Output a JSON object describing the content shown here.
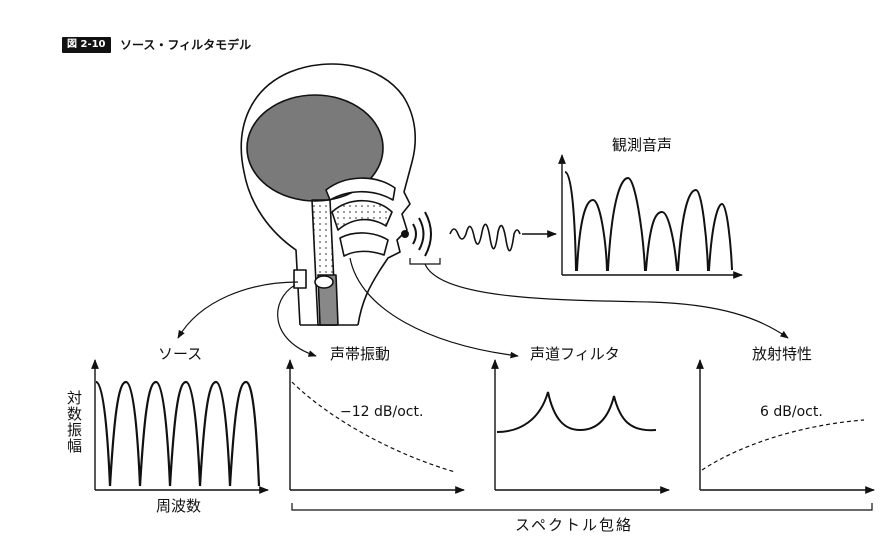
{
  "figure": {
    "number": "図 2-10",
    "title": "ソース・フィルタモデル"
  },
  "labels": {
    "observed": "観測音声",
    "source": "ソース",
    "vocal_fold": "声帯振動",
    "vocal_tract": "声道フィルタ",
    "radiation": "放射特性",
    "slope_source": "−12 dB/oct.",
    "slope_radiation": "6 dB/oct.",
    "y_axis": "対数振幅",
    "x_axis": "周波数",
    "envelope": "スペクトル包絡"
  },
  "colors": {
    "ink": "#111111",
    "skull": "#7a7a7a",
    "background": "#ffffff"
  }
}
